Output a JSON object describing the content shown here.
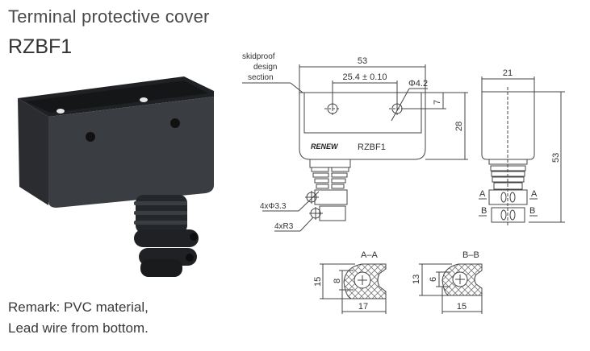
{
  "header": {
    "title": "Terminal protective cover",
    "model": "RZBF1"
  },
  "remark": {
    "line1": "Remark: PVC material,",
    "line2": "Lead wire from bottom."
  },
  "drawing": {
    "front_view": {
      "callout": [
        "skidproof",
        "design",
        "section"
      ],
      "width": "53",
      "hole_spacing": "25.4 ± 0.10",
      "hole_diameter": "Φ4.2",
      "hole_offset": "7",
      "body_height": "28",
      "brand": "RENEW",
      "model_label": "RZBF1",
      "clamp_holes": "4xΦ3.3",
      "clamp_radius": "4xR3"
    },
    "side_view": {
      "width": "21",
      "total_height": "53",
      "section_a": "A",
      "section_b": "B"
    },
    "section_aa": {
      "title": "A–A",
      "height": "15",
      "inner": "8",
      "width": "17"
    },
    "section_bb": {
      "title": "B–B",
      "height": "13",
      "inner": "6",
      "width": "15"
    }
  },
  "colors": {
    "line": "#444444",
    "product": "#2e3033"
  }
}
